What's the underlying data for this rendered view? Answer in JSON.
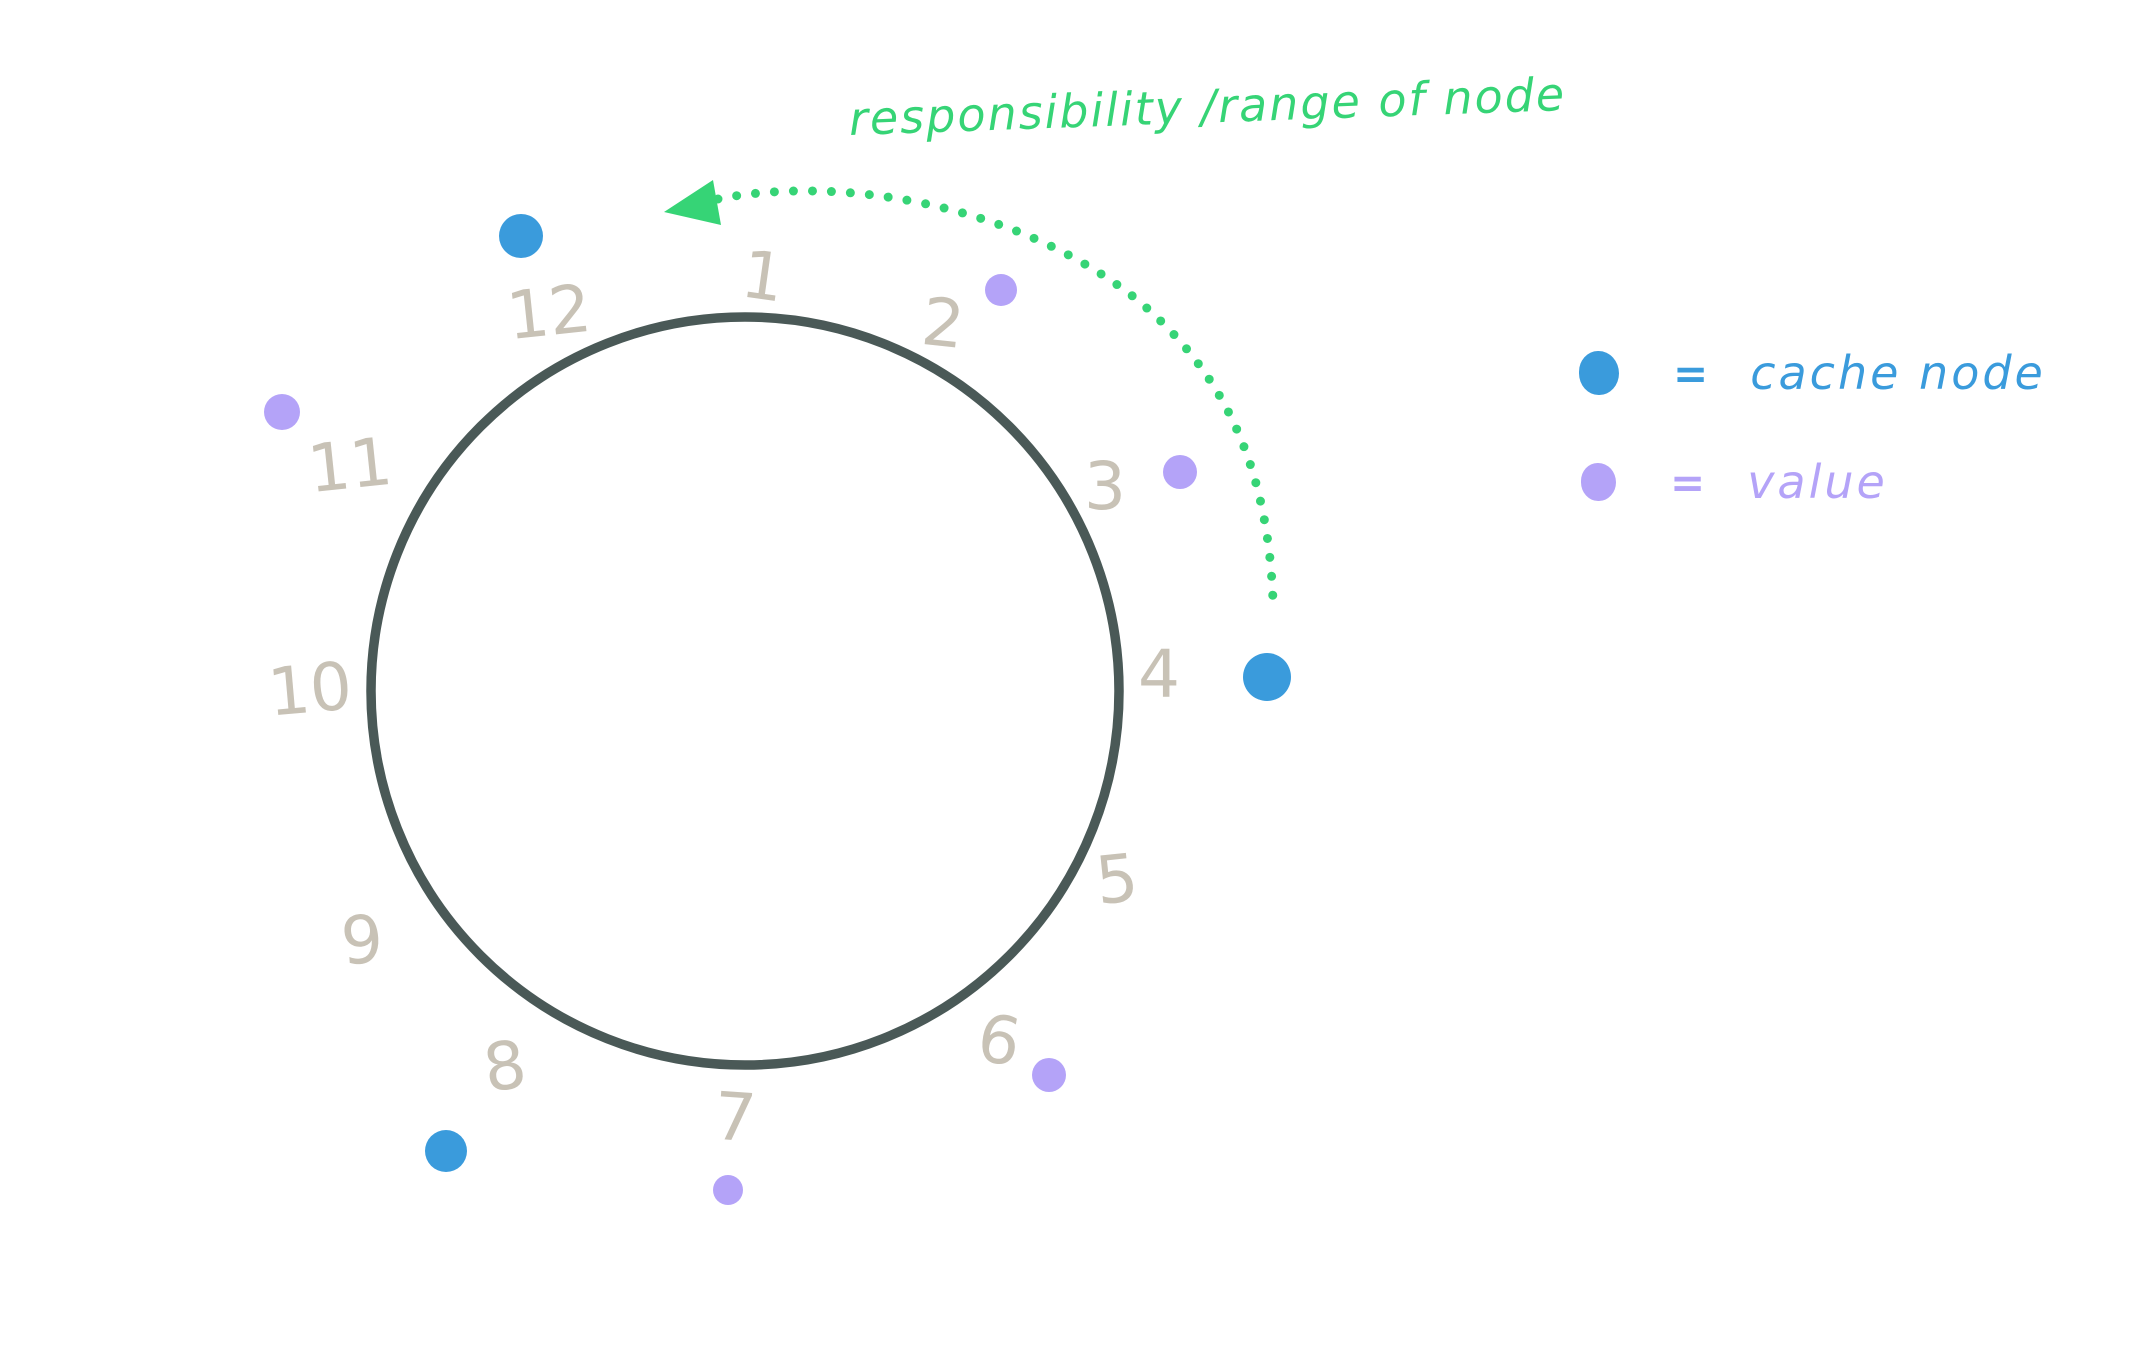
{
  "colors": {
    "ring": "#4a5957",
    "numbers": "#c8c2b6",
    "cache_node": "#3a9bdc",
    "value": "#b4a3f8",
    "green": "#36d476"
  },
  "ring": {
    "numbers": [
      "1",
      "2",
      "3",
      "4",
      "5",
      "6",
      "7",
      "8",
      "9",
      "10",
      "11",
      "12"
    ]
  },
  "annotation": {
    "text": "responsibility /range of node"
  },
  "legend": {
    "items": [
      {
        "symbol": "=",
        "label": "cache node"
      },
      {
        "symbol": "=",
        "label": "value"
      }
    ]
  }
}
